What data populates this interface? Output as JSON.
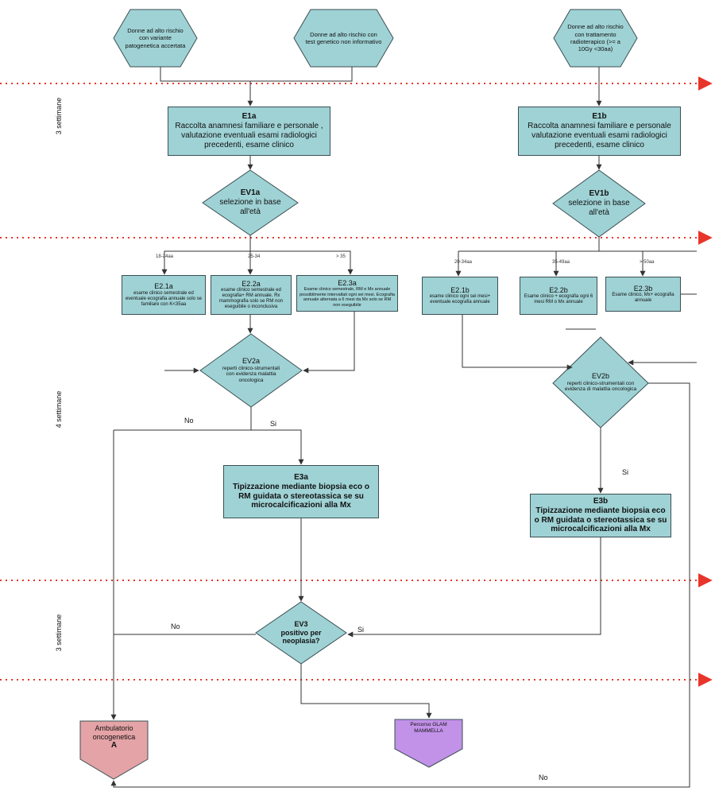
{
  "colors": {
    "process": "#9fd2d5",
    "terminal_pink": "#e4a3a6",
    "terminal_purple": "#c291e8",
    "phase_line": "#e8352b",
    "edge": "#333333"
  },
  "phases": [
    "3 settimane",
    "4 settimane",
    "3 settimane"
  ],
  "start_nodes": [
    "Donne ad alto rischio  con variante patogenetica accertata",
    "Donne ad alto rischio con test genetico non informativo",
    "Donne ad alto rischio con trattamento radioterapico (>= a 10Gy <30aa)"
  ],
  "e1a": {
    "id": "E1a",
    "text": "Raccolta anamnesi familiare e personale , valutazione eventuali esami radiologici precedenti, esame clinico"
  },
  "e1b": {
    "id": "E1b",
    "text": "Raccolta anamnesi familiare e personale valutazione eventuali esami radiologici precedenti, esame clinico"
  },
  "ev1a": {
    "id": "EV1a",
    "text": "selezione in base all'età"
  },
  "ev1b": {
    "id": "EV1b",
    "text": "selezione in base all'età"
  },
  "age_labels_a": [
    "18-24aa",
    "25-34",
    "> 35"
  ],
  "age_labels_b": [
    "20-34aa",
    "35-49aa",
    "> 50aa"
  ],
  "e21a": {
    "id": "E2.1a",
    "text": "esame clinico semestrale ed eventuale ecografia annuale solo se familiare con K<35aa"
  },
  "e22a": {
    "id": "E2.2a",
    "text": "esame clinico semestrale ed ecografia+ RM annuale. Rx mammografia solo se RM non eseguibile o inconclusiva"
  },
  "e23a": {
    "id": "E2.3a",
    "text": "Esame clinico semestrale, RM e Mx annuale possibilmente intervallati  ogni sei mesi. Ecografia annuale alternata a 6 mesi da Mx solo se RM non eseguibile"
  },
  "e21b": {
    "id": "E2.1b",
    "text": "esame clinico ogni sei mesi+ eventuale ecografia annuale"
  },
  "e22b": {
    "id": "E2.2b",
    "text": "Esame clinico + ecografia ogni 6 mesi RM o  Mx annuale"
  },
  "e23b": {
    "id": "E2.3b",
    "text": "Esame clinico, Mx+ ecografia annuale"
  },
  "ev2a": {
    "id": "EV2a",
    "text": "reperti clinico-strumentali con evidenza malattia oncologica"
  },
  "ev2b": {
    "id": "EV2b",
    "text": "reperti clinico-strumentali con evidenza di malattia oncologica"
  },
  "e3a": {
    "id": "E3a",
    "text": "Tipizzazione mediante biopsia eco o RM guidata o stereotassica se su microcalcificazioni alla Mx"
  },
  "e3b": {
    "id": "E3b",
    "text": "Tipizzazione mediante biopsia eco o RM guidata o stereotassica se su microcalcificazioni alla Mx"
  },
  "ev3": {
    "id": "EV3",
    "text": "positivo per neoplasia?"
  },
  "end_nodes": {
    "ambulatorio": "Ambulatorio oncogenetica",
    "ambulatorio_letter": "A",
    "percorso": "Percorso  GLAM MAMMELLA"
  },
  "edge_labels": {
    "no": "No",
    "si": "Si"
  }
}
